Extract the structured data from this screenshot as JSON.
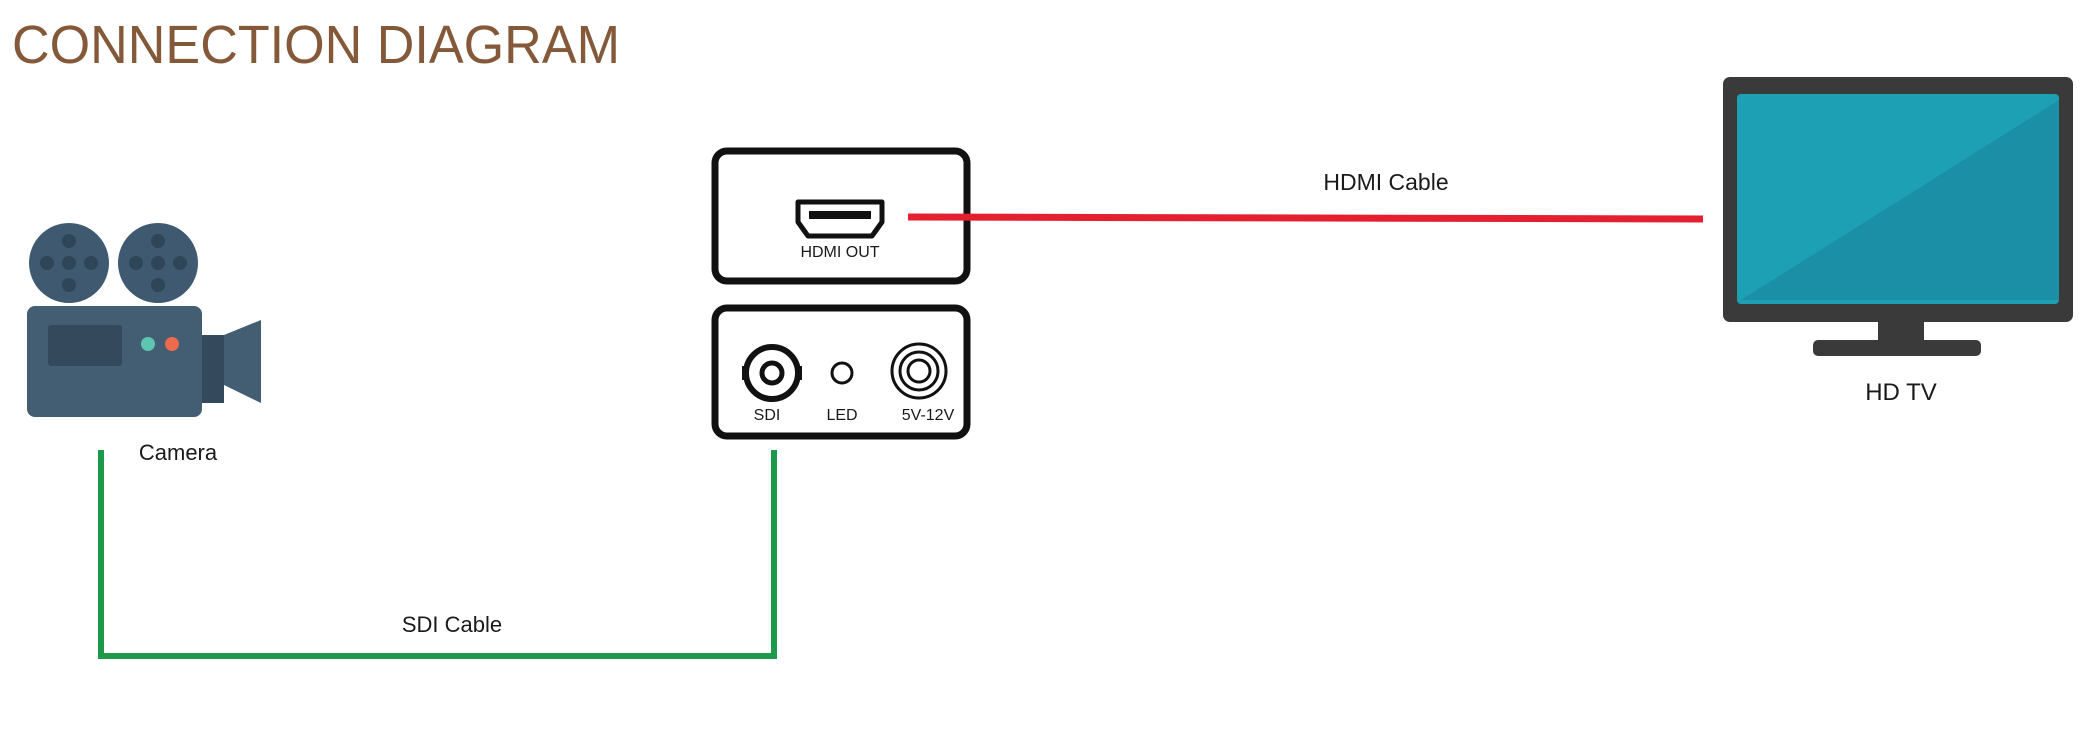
{
  "title": "CONNECTION DIAGRAM",
  "devices": {
    "camera": {
      "label": "Camera",
      "icon": "video-camera-icon"
    },
    "converter": {
      "top_panel": {
        "port_label": "HDMI OUT",
        "icon": "hdmi-port-icon"
      },
      "bottom_panel": {
        "sdi_label": "SDI",
        "led_label": "LED",
        "power_label": "5V-12V"
      }
    },
    "tv": {
      "label": "HD TV",
      "icon": "television-icon"
    }
  },
  "cables": {
    "sdi": {
      "label": "SDI Cable",
      "color": "#1a9a4a"
    },
    "hdmi": {
      "label": "HDMI Cable",
      "color": "#e42030"
    }
  }
}
